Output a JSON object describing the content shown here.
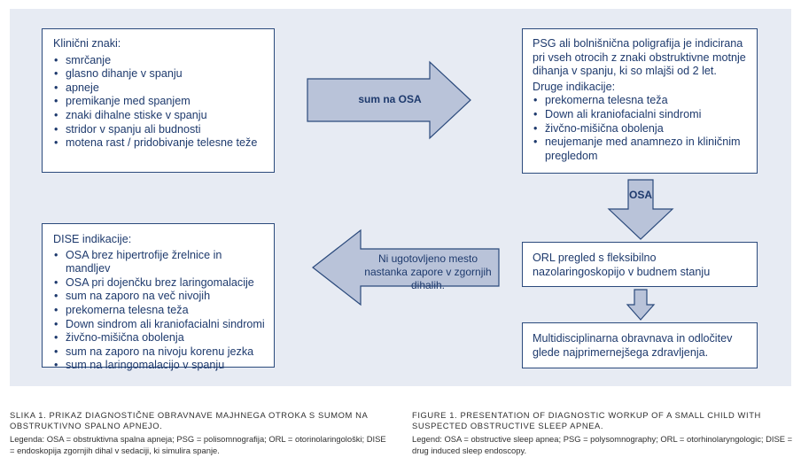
{
  "diagram": {
    "box_clinical": {
      "title": "Klinični znaki:",
      "items": [
        "smrčanje",
        "glasno dihanje v spanju",
        "apneje",
        "premikanje med spanjem",
        "znaki dihalne stiske v spanju",
        "stridor v spanju ali budnosti",
        "motena rast / pridobivanje telesne teže"
      ]
    },
    "arrow_right_label": "sum na OSA",
    "box_psg": {
      "intro": "PSG ali bolnišnična poligrafija je indicirana pri vseh otrocih z znaki obstruktivne motnje dihanja v spanju, ki so mlajši od 2 let.",
      "other_title": "Druge indikacije:",
      "items": [
        "prekomerna telesna teža",
        "Down ali kraniofacialni sindromi",
        "živčno-mišična obolenja",
        "neujemanje med anamnezo in kliničnim pregledom"
      ]
    },
    "arrow_down_label": "OSA",
    "box_orl": "ORL pregled s fleksibilno nazolaringoskopijo v budnem stanju",
    "arrow_left_label": "Ni ugotovljeno mesto nastanka zapore v zgornjih dihalih.",
    "box_dise": {
      "title": "DISE indikacije:",
      "items": [
        "OSA brez hipertrofije žrelnice in mandljev",
        "OSA pri dojenčku brez laringomalacije",
        "sum na zaporo na več nivojih",
        "prekomerna telesna teža",
        "Down sindrom ali kraniofacialni sindromi",
        "živčno-mišična obolenja",
        "sum na zaporo na nivoju korenu jezka",
        "sum na laringomalacijo v spanju"
      ]
    },
    "box_multi": "Multidisciplinarna obravnava in odločitev glede najprimernejšega zdravljenja."
  },
  "captions": {
    "slovene": {
      "title": "SLIKA 1. PRIKAZ DIAGNOSTIČNE OBRAVNAVE MAJHNEGA OTROKA S SUMOM NA OBSTRUKTIVNO SPALNO APNEJO.",
      "legend": "Legenda: OSA = obstruktivna spalna apneja; PSG = polisomnografija; ORL = otorinolaringološki; DISE = endoskopija zgornjih dihal v sedaciji, ki simulira spanje."
    },
    "english": {
      "title": "FIGURE 1. PRESENTATION OF DIAGNOSTIC WORKUP OF A SMALL CHILD WITH SUSPECTED OBSTRUCTIVE SLEEP APNEA.",
      "legend": "Legend: OSA = obstructive sleep apnea; PSG = polysomnography; ORL = otorhinolaryngologic; DISE = drug induced sleep endoscopy."
    }
  },
  "colors": {
    "panel_bg": "#e7ebf3",
    "box_border": "#2b4a7c",
    "arrow_fill": "#b9c3d9",
    "arrow_stroke": "#2b4a7c",
    "text": "#1e3a6d"
  }
}
